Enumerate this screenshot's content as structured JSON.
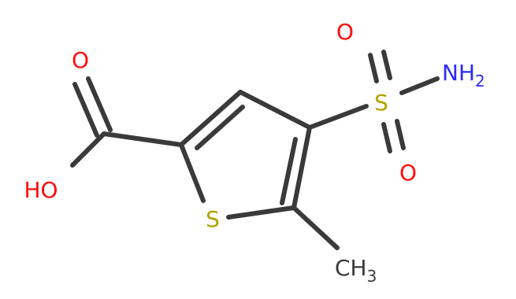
{
  "colors": {
    "bond": "#3a3a3a",
    "oxygen": "#ff0d0d",
    "sulfur": "#b2a300",
    "nitrogen": "#2a2aff",
    "carbon": "#3a3a3a",
    "background": "#ffffff"
  },
  "atoms": {
    "o_carbonyl": "O",
    "hydroxyl": "HO",
    "ring_sulfur": "S",
    "methyl_main": "CH",
    "methyl_sub": "3",
    "sulfonyl_sulfur": "S",
    "sulfonyl_o_top": "O",
    "sulfonyl_o_bottom": "O",
    "amine_main": "NH",
    "amine_sub": "2"
  }
}
